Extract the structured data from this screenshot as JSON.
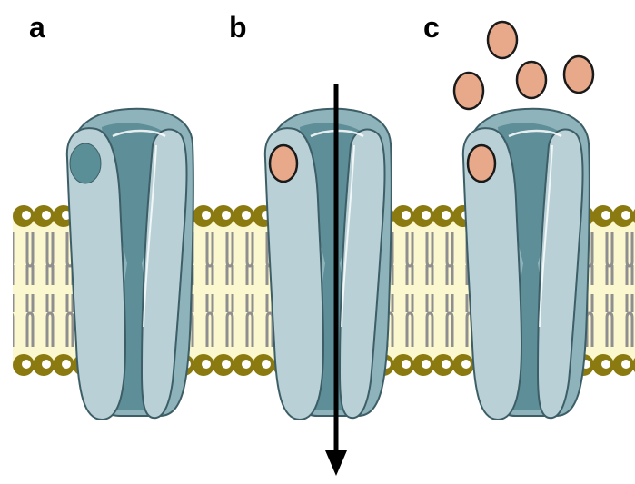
{
  "panels": [
    {
      "label": "a",
      "state": "resting, binding site empty"
    },
    {
      "label": "b",
      "state": "ligand bound, channel conducting"
    },
    {
      "label": "c",
      "state": "ligand bound, excess ligand outside"
    }
  ],
  "colors": {
    "lipid_head": "#8a7a10",
    "lipid_head_highlight": "#ffffff",
    "membrane_core": "#fbf7cf",
    "lipid_tail": "#8f8f8f",
    "protein_light": "#b9d1d6",
    "protein_mid": "#8eb3bb",
    "protein_dark": "#5e8e98",
    "protein_outline": "#3d5e66",
    "binding_site_empty": "#5b8f98",
    "ligand": "#e8a98a",
    "ligand_outline": "#1a1a1a",
    "arrow": "#000000"
  },
  "icons": [
    "lipid-bilayer",
    "ion-channel",
    "ligand",
    "flow-arrow"
  ]
}
